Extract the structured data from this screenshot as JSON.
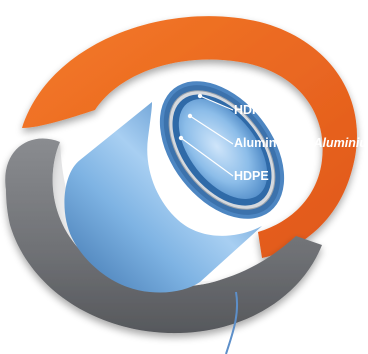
{
  "layers": [
    {
      "label": "HDPE"
    },
    {
      "label": "Aluminum",
      "separator": "/",
      "alt_label": "Aluminium"
    },
    {
      "label": "HDPE"
    }
  ],
  "colors": {
    "orange_ring": "#ee6d22",
    "gray_ring": "#7a7c80",
    "pipe_blue": "#7fb2e0",
    "pipe_dark": "#3f78b8",
    "pipe_inner": "#2e6aa6",
    "lumen": "#9bc6ef",
    "background": "#ffffff"
  }
}
